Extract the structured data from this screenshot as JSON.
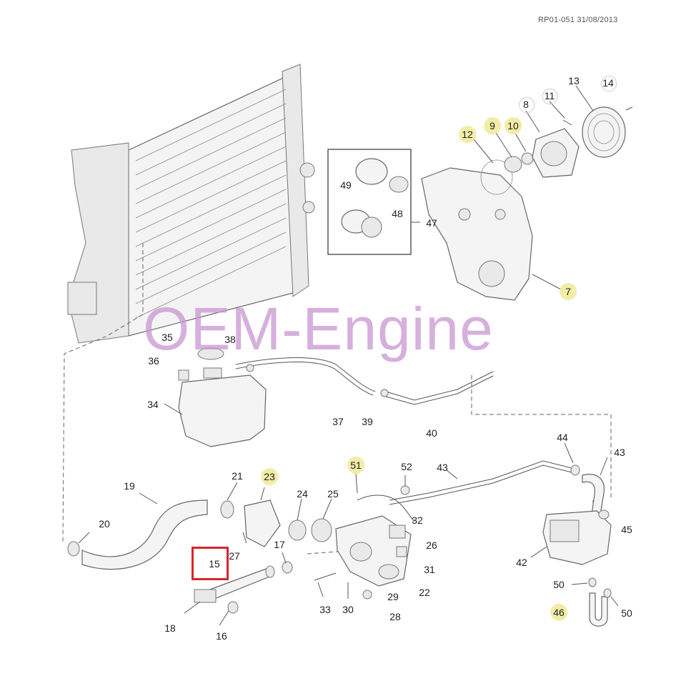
{
  "reference": "RP01-051 31/08/2013",
  "watermark": "OEM-Engine",
  "colors": {
    "highlight": "#f2eca6",
    "selection_box": "#d6262c",
    "watermark": "#c896d2"
  },
  "callouts": {
    "c7": "7",
    "c8": "8",
    "c9": "9",
    "c10": "10",
    "c11": "11",
    "c12": "12",
    "c13": "13",
    "c14": "14",
    "c15": "15",
    "c16": "16",
    "c17": "17",
    "c18": "18",
    "c19": "19",
    "c20": "20",
    "c21": "21",
    "c22": "22",
    "c23": "23",
    "c24": "24",
    "c25": "25",
    "c26": "26",
    "c27": "27",
    "c28": "28",
    "c29": "29",
    "c30": "30",
    "c31": "31",
    "c32": "32",
    "c33": "33",
    "c34": "34",
    "c35": "35",
    "c36": "36",
    "c37": "37",
    "c38": "38",
    "c39": "39",
    "c40": "40",
    "c42": "42",
    "c43a": "43",
    "c43b": "43",
    "c44": "44",
    "c45": "45",
    "c46": "46",
    "c47": "47",
    "c48": "48",
    "c49": "49",
    "c50a": "50",
    "c50b": "50",
    "c51": "51",
    "c52": "52"
  },
  "selected_part": "15"
}
